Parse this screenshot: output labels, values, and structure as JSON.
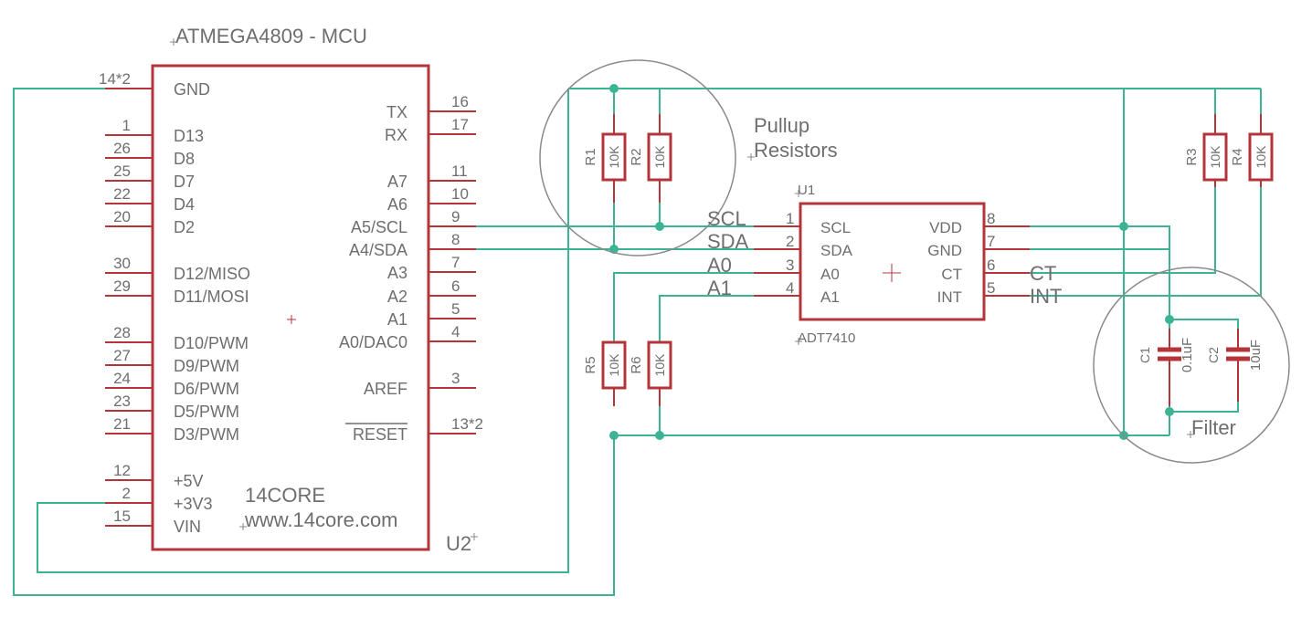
{
  "mcu": {
    "title": "ATMEGA4809 - MCU",
    "ref": "U2",
    "brand": "14CORE",
    "website": "www.14core.com",
    "left_pins": [
      {
        "num": "14*2",
        "label": "GND"
      },
      {
        "num": "1",
        "label": "D13"
      },
      {
        "num": "26",
        "label": "D8"
      },
      {
        "num": "25",
        "label": "D7"
      },
      {
        "num": "22",
        "label": "D4"
      },
      {
        "num": "20",
        "label": "D2"
      },
      {
        "num": "30",
        "label": "D12/MISO"
      },
      {
        "num": "29",
        "label": "D11/MOSI"
      },
      {
        "num": "28",
        "label": "D10/PWM"
      },
      {
        "num": "27",
        "label": "D9/PWM"
      },
      {
        "num": "24",
        "label": "D6/PWM"
      },
      {
        "num": "23",
        "label": "D5/PWM"
      },
      {
        "num": "21",
        "label": "D3/PWM"
      },
      {
        "num": "12",
        "label": "+5V"
      },
      {
        "num": "2",
        "label": "+3V3"
      },
      {
        "num": "15",
        "label": "VIN"
      }
    ],
    "right_pins": [
      {
        "num": "16",
        "label": "TX"
      },
      {
        "num": "17",
        "label": "RX"
      },
      {
        "num": "11",
        "label": "A7"
      },
      {
        "num": "10",
        "label": "A6"
      },
      {
        "num": "9",
        "label": "A5/SCL"
      },
      {
        "num": "8",
        "label": "A4/SDA"
      },
      {
        "num": "7",
        "label": "A3"
      },
      {
        "num": "6",
        "label": "A2"
      },
      {
        "num": "5",
        "label": "A1"
      },
      {
        "num": "4",
        "label": "A0/DAC0"
      },
      {
        "num": "3",
        "label": "AREF"
      },
      {
        "num": "13*2",
        "label": "RESET"
      }
    ]
  },
  "sensor": {
    "ref": "U1",
    "part": "ADT7410",
    "left_pins": [
      {
        "num": "1",
        "label": "SCL",
        "net": "SCL"
      },
      {
        "num": "2",
        "label": "SDA",
        "net": "SDA"
      },
      {
        "num": "3",
        "label": "A0",
        "net": "A0"
      },
      {
        "num": "4",
        "label": "A1",
        "net": "A1"
      }
    ],
    "right_pins": [
      {
        "num": "8",
        "label": "VDD",
        "net": ""
      },
      {
        "num": "7",
        "label": "GND",
        "net": ""
      },
      {
        "num": "6",
        "label": "CT",
        "net": "CT"
      },
      {
        "num": "5",
        "label": "INT",
        "net": "INT"
      }
    ]
  },
  "resistors": [
    {
      "ref": "R1",
      "value": "10K"
    },
    {
      "ref": "R2",
      "value": "10K"
    },
    {
      "ref": "R3",
      "value": "10K"
    },
    {
      "ref": "R4",
      "value": "10K"
    },
    {
      "ref": "R5",
      "value": "10K"
    },
    {
      "ref": "R6",
      "value": "10K"
    }
  ],
  "capacitors": [
    {
      "ref": "C1",
      "value": "0.1uF"
    },
    {
      "ref": "C2",
      "value": "10uF"
    }
  ],
  "annotations": {
    "pullup_line1": "Pullup",
    "pullup_line2": "Resistors",
    "filter": "Filter"
  },
  "colors": {
    "wire": "#3bb394",
    "component": "#b5343a",
    "text": "#6e6e6e",
    "annotation_circle": "#8a8a8a"
  }
}
